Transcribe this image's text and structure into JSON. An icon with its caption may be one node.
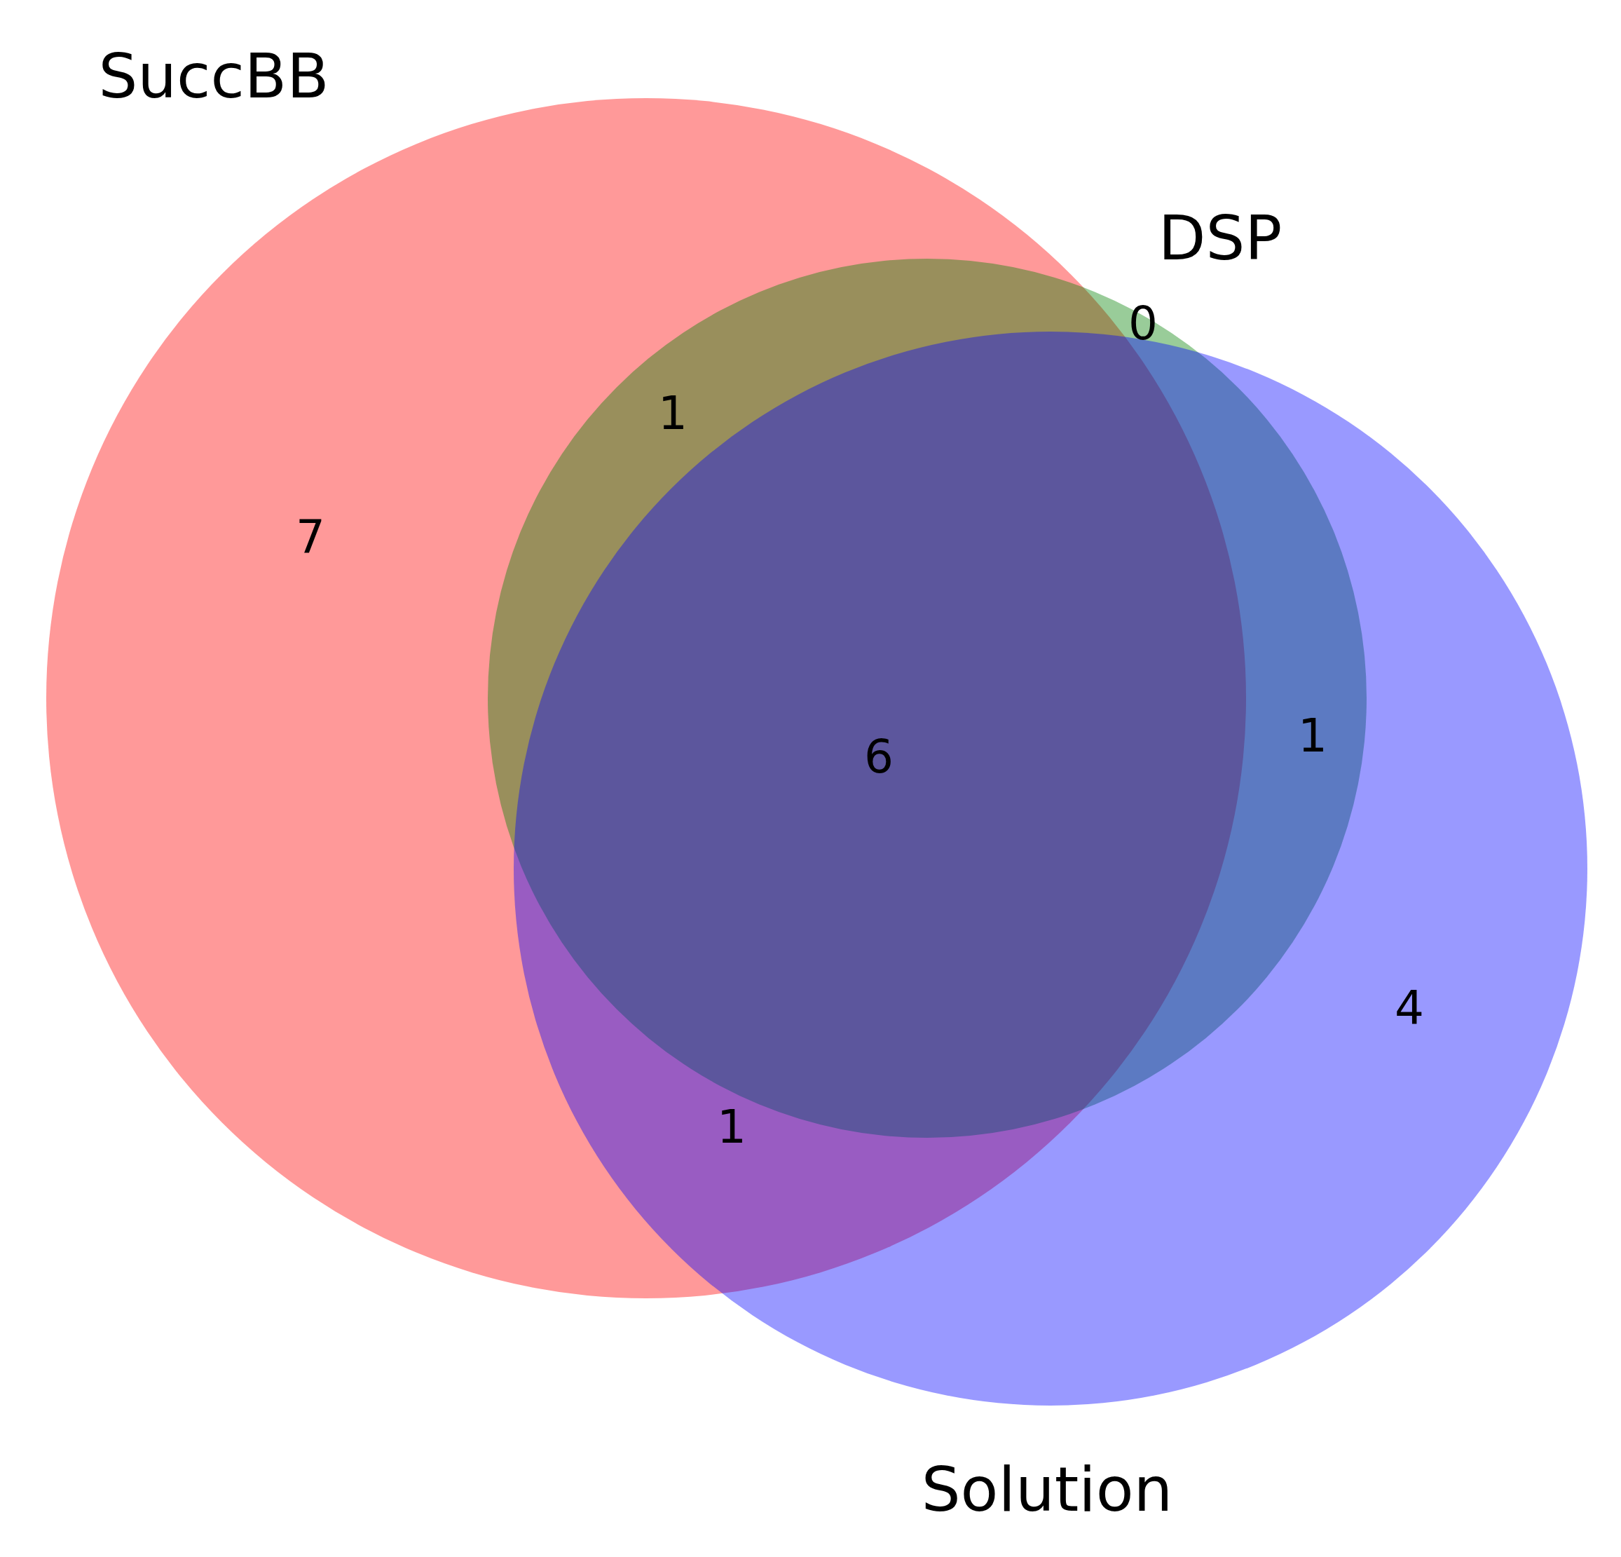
{
  "diagram": {
    "nodes": [
      {
        "text": [
          "SuccBB"
        ]
      },
      {
        "text": [
          "DSP"
        ]
      },
      {
        "text": [
          "Solution"
        ]
      }
    ],
    "labels": [
      "0",
      "1",
      "7",
      "6",
      "1",
      "4",
      "1"
    ]
  }
}
